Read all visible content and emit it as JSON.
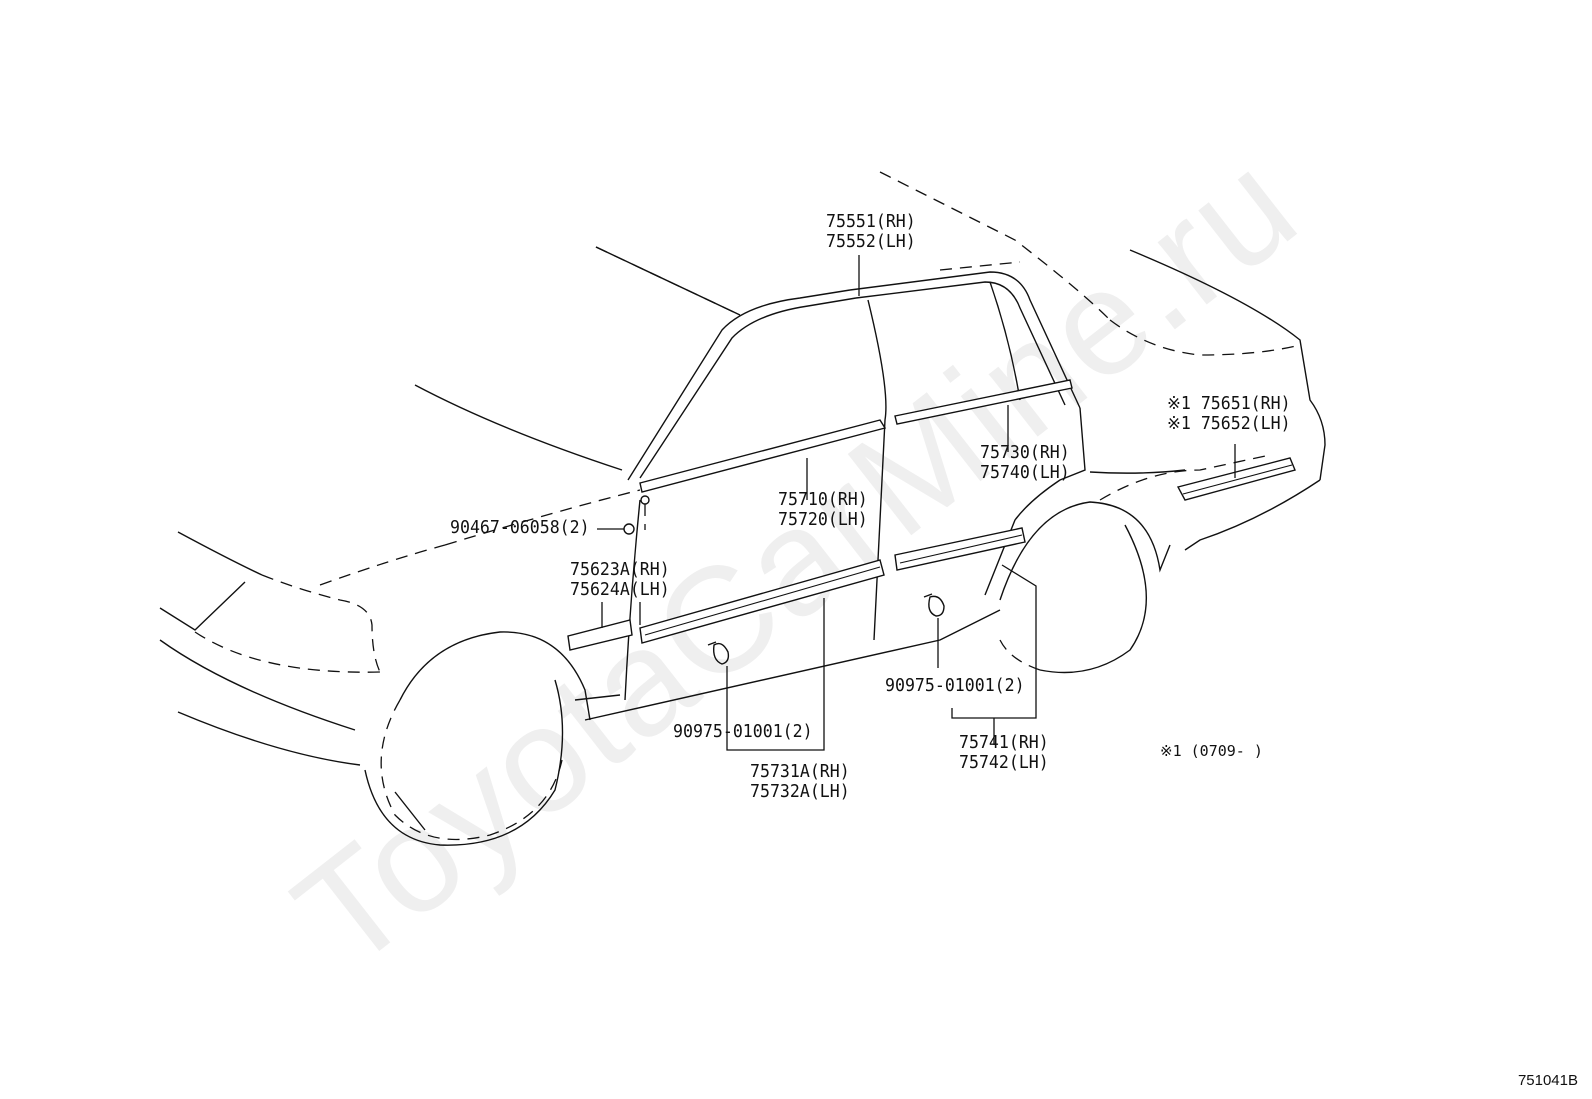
{
  "watermark": "ToyotaCarMine.ru",
  "diagram_code": "751041B",
  "note": "※1 (0709-      )",
  "parts": {
    "roof_molding": {
      "rh": "75551(RH)",
      "lh": "75552(LH)"
    },
    "rear_belt_molding": {
      "rh": "75730(RH)",
      "lh": "75740(LH)"
    },
    "quarter_molding": {
      "rh": "※1 75651(RH)",
      "lh": "※1 75652(LH)"
    },
    "front_belt_molding": {
      "rh": "75710(RH)",
      "lh": "75720(LH)"
    },
    "screw": "90467-06058(2)",
    "fender_molding": {
      "rh": "75623A(RH)",
      "lh": "75624A(LH)"
    },
    "clip_front": "90975-01001(2)",
    "clip_rear": "90975-01001(2)",
    "front_door_molding": {
      "rh": "75731A(RH)",
      "lh": "75732A(LH)"
    },
    "rear_door_molding": {
      "rh": "75741(RH)",
      "lh": "75742(LH)"
    }
  }
}
